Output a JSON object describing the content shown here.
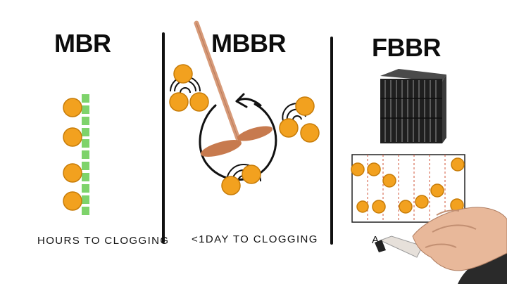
{
  "panels": [
    {
      "title": "MBR",
      "caption": "HOURS TO CLOGGING"
    },
    {
      "title": "MBBR",
      "caption": "<1DAY TO CLOGGING"
    },
    {
      "title": "FBBR",
      "caption": "A"
    }
  ],
  "colors": {
    "background": "#ffffff",
    "biofilm_orange": "#f2a11f",
    "biofilm_outline": "#c77c08",
    "membrane_green": "#7ed36b",
    "stirrer_wood": "#d79a78",
    "paddle_brown": "#c77a4e",
    "ink": "#111111",
    "media_block": "#2b2b2b",
    "dashed_red": "#d0553a",
    "skin": "#e8b89a"
  },
  "icons": [
    "membrane-strip-icon",
    "stirrer-paddle-icon",
    "rotation-arrow-icon",
    "carrier-media-block-icon",
    "hand-with-marker-icon"
  ]
}
